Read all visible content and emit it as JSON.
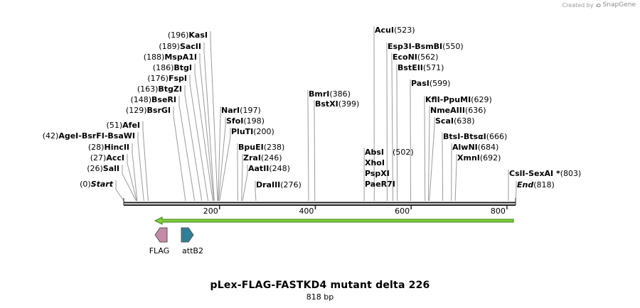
{
  "credit": {
    "prefix": "Created by",
    "brand": "SnapGene"
  },
  "map": {
    "title": "pLex-FLAG-FASTKD4 mutant delta 226",
    "length_label": "818 bp",
    "length": 818,
    "ruler_ticks": [
      {
        "pos": 200,
        "label": "200"
      },
      {
        "pos": 400,
        "label": "400"
      },
      {
        "pos": 600,
        "label": "600"
      },
      {
        "pos": 800,
        "label": "800"
      }
    ],
    "cut_sites": [
      {
        "names": [
          "Start"
        ],
        "pos": "(0)",
        "bp": 0,
        "italic": true
      },
      {
        "names": [
          "SalI"
        ],
        "pos": "(26)",
        "bp": 26
      },
      {
        "names": [
          "AccI"
        ],
        "pos": "(27)",
        "bp": 27
      },
      {
        "names": [
          "HincII"
        ],
        "pos": "(28)",
        "bp": 28
      },
      {
        "names": [
          "AgeI",
          "BsrFI",
          "BsaWI"
        ],
        "pos": "(42)",
        "bp": 42
      },
      {
        "names": [
          "AfeI"
        ],
        "pos": "(51)",
        "bp": 51
      },
      {
        "names": [
          "BsrGI"
        ],
        "pos": "(129)",
        "bp": 129
      },
      {
        "names": [
          "BseRI"
        ],
        "pos": "(148)",
        "bp": 148
      },
      {
        "names": [
          "BtgZI"
        ],
        "pos": "(163)",
        "bp": 163
      },
      {
        "names": [
          "FspI"
        ],
        "pos": "(176)",
        "bp": 176
      },
      {
        "names": [
          "BtgI"
        ],
        "pos": "(186)",
        "bp": 186
      },
      {
        "names": [
          "MspA1I"
        ],
        "pos": "(188)",
        "bp": 188
      },
      {
        "names": [
          "SacII"
        ],
        "pos": "(189)",
        "bp": 189
      },
      {
        "names": [
          "KasI"
        ],
        "pos": "(196)",
        "bp": 196
      },
      {
        "names": [
          "NarI"
        ],
        "pos": "(197)",
        "bp": 197
      },
      {
        "names": [
          "SfoI"
        ],
        "pos": "(198)",
        "bp": 198
      },
      {
        "names": [
          "PluTI"
        ],
        "pos": "(200)",
        "bp": 200
      },
      {
        "names": [
          "BpuEI"
        ],
        "pos": "(238)",
        "bp": 238
      },
      {
        "names": [
          "ZraI"
        ],
        "pos": "(246)",
        "bp": 246
      },
      {
        "names": [
          "AatII"
        ],
        "pos": "(248)",
        "bp": 248
      },
      {
        "names": [
          "DraIII"
        ],
        "pos": "(276)",
        "bp": 276
      },
      {
        "names": [
          "BmrI"
        ],
        "pos": "(386)",
        "bp": 386
      },
      {
        "names": [
          "BstXI"
        ],
        "pos": "(399)",
        "bp": 399
      },
      {
        "names": [
          "AbsI",
          "XhoI",
          "PspXI",
          "PaeR7I"
        ],
        "pos": "(502)",
        "bp": 502
      },
      {
        "names": [
          "AcuI"
        ],
        "pos": "(523)",
        "bp": 523
      },
      {
        "names": [
          "Esp3I",
          "BsmBI"
        ],
        "pos": "(550)",
        "bp": 550
      },
      {
        "names": [
          "EcoNI"
        ],
        "pos": "(562)",
        "bp": 562
      },
      {
        "names": [
          "BstEII"
        ],
        "pos": "(571)",
        "bp": 571
      },
      {
        "names": [
          "PasI"
        ],
        "pos": "(599)",
        "bp": 599
      },
      {
        "names": [
          "KflI",
          "PpuMI"
        ],
        "pos": "(629)",
        "bp": 629
      },
      {
        "names": [
          "NmeAIII"
        ],
        "pos": "(636)",
        "bp": 636
      },
      {
        "names": [
          "ScaI"
        ],
        "pos": "(638)",
        "bp": 638
      },
      {
        "names": [
          "BtsI",
          "BtsαI"
        ],
        "pos": "(666)",
        "bp": 666
      },
      {
        "names": [
          "AlwNI"
        ],
        "pos": "(684)",
        "bp": 684
      },
      {
        "names": [
          "XmnI"
        ],
        "pos": "(692)",
        "bp": 692
      },
      {
        "names": [
          "CslI",
          "SexAI *"
        ],
        "pos": "(803)",
        "bp": 803
      },
      {
        "names": [
          "End"
        ],
        "pos": "(818)",
        "bp": 818,
        "italic": true
      }
    ],
    "features": [
      {
        "name": "FLAG",
        "direction": "reverse",
        "color": "#c48aa8"
      },
      {
        "name": "attB2",
        "direction": "forward",
        "color": "#2f7f97"
      }
    ],
    "orf": {
      "color": "#7fd23a",
      "outline": "#3d7a1c"
    }
  }
}
